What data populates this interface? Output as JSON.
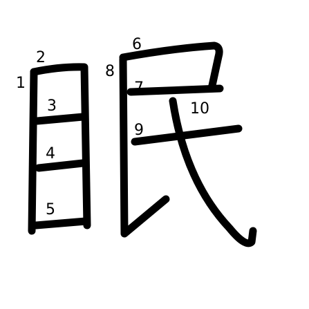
{
  "character": "眠",
  "stroke_color": "#000000",
  "background_color": "#ffffff",
  "stroke_numbers": [
    "1",
    "2",
    "3",
    "4",
    "5",
    "6",
    "7",
    "8",
    "9",
    "10"
  ]
}
